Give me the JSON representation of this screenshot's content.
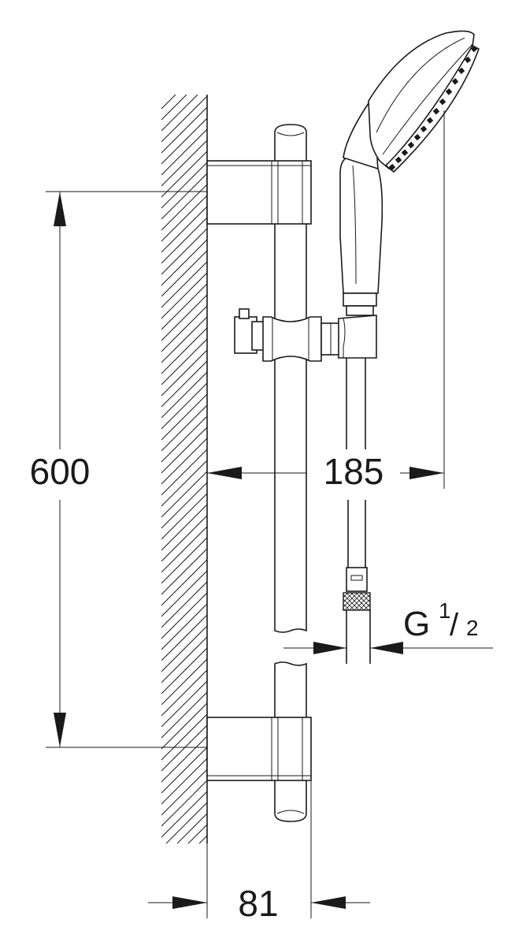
{
  "drawing": {
    "dimensions": {
      "height": "600",
      "projection": "185",
      "wall_distance": "81",
      "connection_thread": "G",
      "thread_numerator": "1",
      "thread_slash": "/",
      "thread_denominator": "2"
    }
  }
}
